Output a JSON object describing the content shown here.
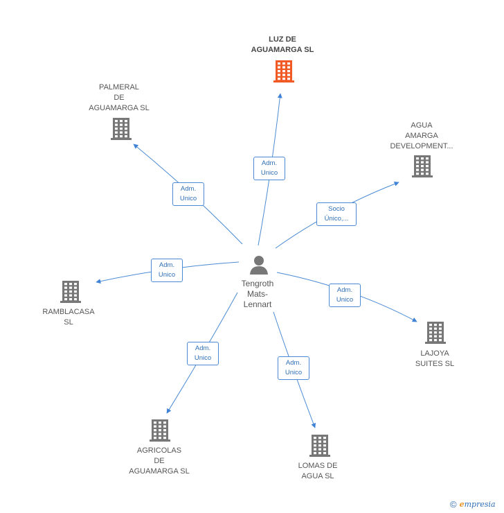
{
  "center": {
    "name": "Tengroth\nMats-\nLennart",
    "icon": "person-icon"
  },
  "companies": [
    {
      "id": "luz",
      "label": "LUZ DE\nAGUAMARGA SL",
      "highlight": true,
      "color": "#f15a24"
    },
    {
      "id": "palmeral",
      "label": "PALMERAL\nDE\nAGUAMARGA SL",
      "highlight": false,
      "color": "#777777"
    },
    {
      "id": "agua",
      "label": "AGUA\nAMARGA\nDEVELOPMENT...",
      "highlight": false,
      "color": "#777777"
    },
    {
      "id": "ramblacasa",
      "label": "RAMBLACASA\nSL",
      "highlight": false,
      "color": "#777777"
    },
    {
      "id": "lajoya",
      "label": "LAJOYA\nSUITES SL",
      "highlight": false,
      "color": "#777777"
    },
    {
      "id": "agricolas",
      "label": "AGRICOLAS\nDE\nAGUAMARGA SL",
      "highlight": false,
      "color": "#777777"
    },
    {
      "id": "lomas",
      "label": "LOMAS DE\nAGUA SL",
      "highlight": false,
      "color": "#777777"
    }
  ],
  "edges": [
    {
      "to": "luz",
      "label": "Adm.\nUnico"
    },
    {
      "to": "palmeral",
      "label": "Adm.\nUnico"
    },
    {
      "to": "agua",
      "label": "Socio\nÚnico,..."
    },
    {
      "to": "ramblacasa",
      "label": "Adm.\nUnico"
    },
    {
      "to": "lajoya",
      "label": "Adm.\nUnico"
    },
    {
      "to": "agricolas",
      "label": "Adm.\nUnico"
    },
    {
      "to": "lomas",
      "label": "Adm.\nUnico"
    }
  ],
  "colors": {
    "edge": "#4a8ad4",
    "building": "#777777",
    "highlight": "#f15a24",
    "person": "#777777"
  },
  "footer": {
    "copyright": "©",
    "brand_e": "e",
    "brand_rest": "mpresia"
  }
}
